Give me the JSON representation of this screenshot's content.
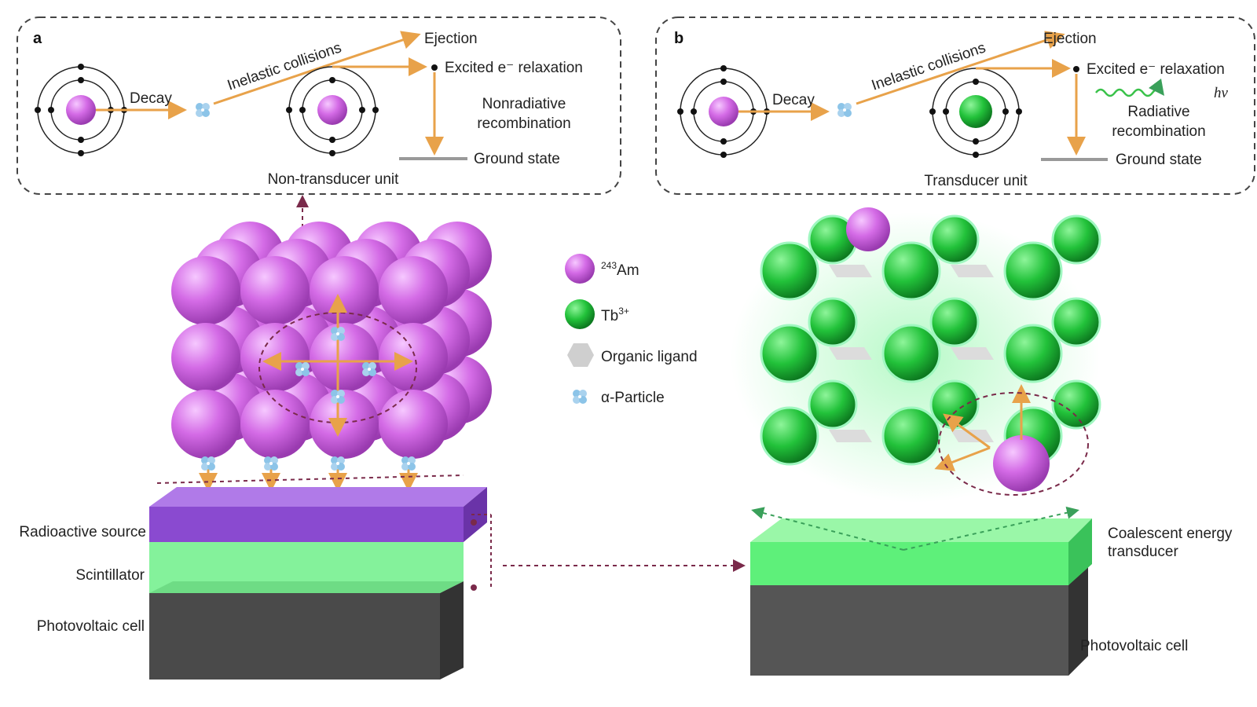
{
  "panel_a": {
    "letter": "a",
    "decay": "Decay",
    "inelastic": "Inelastic collisions",
    "ejection": "Ejection",
    "excited": "Excited e⁻  relaxation",
    "recomb_1": "Nonradiative",
    "recomb_2": "recombination",
    "ground": "Ground state",
    "unit": "Non-transducer unit"
  },
  "panel_b": {
    "letter": "b",
    "decay": "Decay",
    "inelastic": "Inelastic collisions",
    "ejection": "Ejection",
    "excited": "Excited e⁻  relaxation",
    "photon": "hν",
    "recomb_1": "Radiative",
    "recomb_2": "recombination",
    "ground": "Ground state",
    "unit": "Transducer unit"
  },
  "legend": {
    "am_sup": "243",
    "am": "Am",
    "tb": "Tb",
    "tb_sup": "3+",
    "ligand": "Organic ligand",
    "alpha": "α-Particle"
  },
  "left_stack": {
    "radioactive": "Radioactive source",
    "scintillator": "Scintillator",
    "pv": "Photovoltaic cell"
  },
  "right_stack": {
    "transducer_1": "Coalescent energy",
    "transducer_2": "transducer",
    "pv": "Photovoltaic cell"
  },
  "colors": {
    "am": "#d46be6",
    "tb": "#22c23a",
    "arrow": "#e8a24a",
    "dash": "#7a2a4a",
    "slab_purple": "#9a55d8",
    "slab_green": "#5ef07a",
    "slab_gray": "#5a5a5a"
  }
}
